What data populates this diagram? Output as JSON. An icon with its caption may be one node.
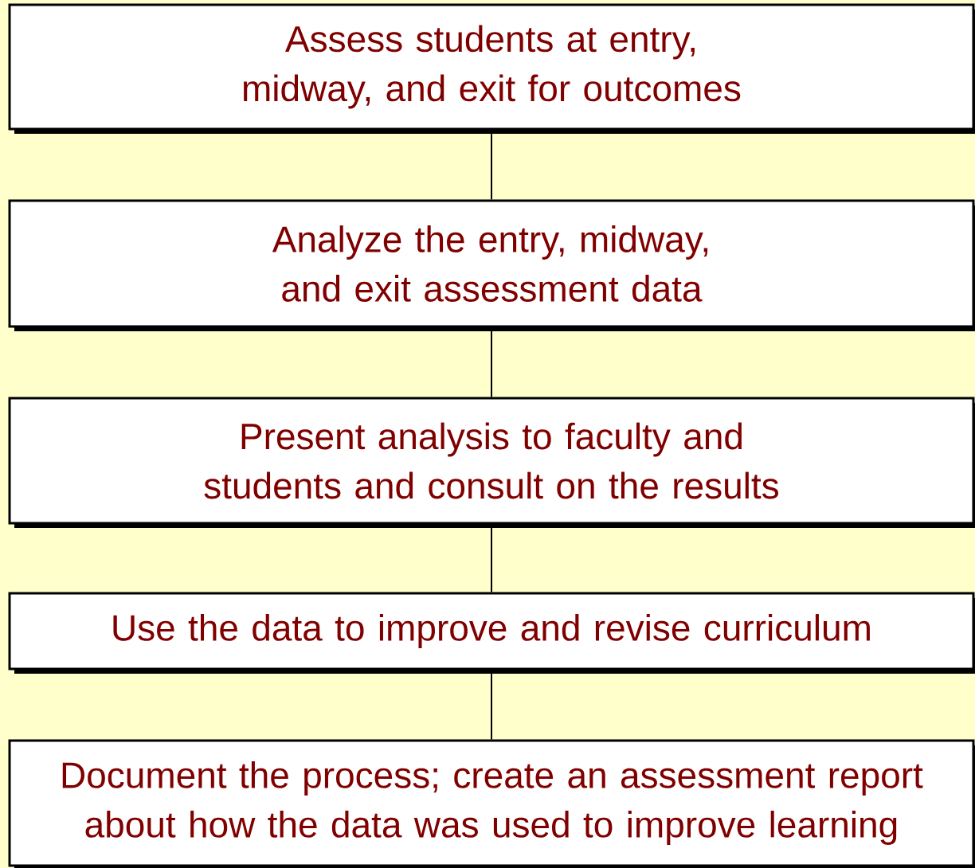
{
  "diagram": {
    "nodes": [
      {
        "text": [
          "Assess students at entry, midway, and exit for outcomes"
        ]
      },
      {
        "text": [
          "Analyze the entry, midway, and exit assessment data"
        ]
      },
      {
        "text": [
          "Present analysis to faculty and students and consult on the results"
        ]
      },
      {
        "text": [
          "Use the data to improve and revise curriculum"
        ]
      },
      {
        "text": [
          "Document the process; create an assessment report about how the data was used to improve learning"
        ]
      }
    ],
    "edges": [
      {
        "from": 0,
        "to": 1,
        "arrow": "none"
      },
      {
        "from": 1,
        "to": 2,
        "arrow": "none"
      },
      {
        "from": 2,
        "to": 3,
        "arrow": "none"
      },
      {
        "from": 3,
        "to": 4,
        "arrow": "none"
      }
    ]
  }
}
